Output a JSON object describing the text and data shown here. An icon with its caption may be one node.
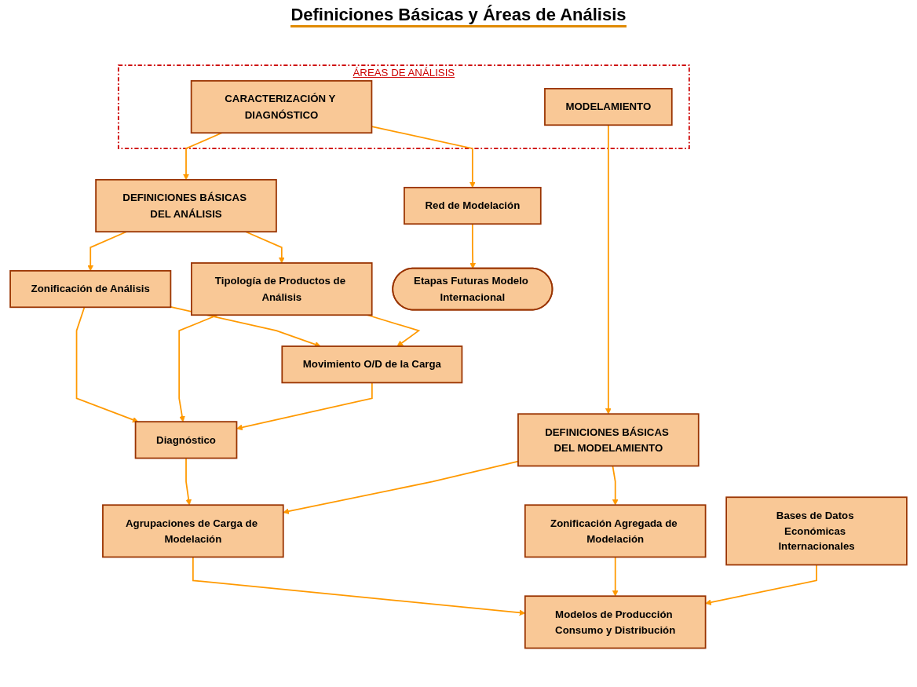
{
  "diagram": {
    "title": "Definiciones Básicas y Áreas de Análisis",
    "nodes": [
      {
        "text": [
          "ÁREAS DE ANÁLISIS"
        ]
      },
      {
        "text": [
          "CARACTERIZACIÓN Y DIAGNÓSTICO"
        ],
        "in": 0
      },
      {
        "text": [
          "MODELAMIENTO"
        ],
        "in": 0
      },
      {
        "text": [
          "DEFINICIONES BÁSICAS DEL ANÁLISIS"
        ]
      },
      {
        "text": [
          "DEFINICIONES BÁSICAS DEL MODELAMIENTO"
        ]
      },
      {
        "text": [
          "Red de Modelación"
        ]
      },
      {
        "text": [
          "Zonificación de Análisis"
        ]
      },
      {
        "text": [
          "Tipología de Productos de Análisis"
        ]
      },
      {
        "text": [
          "Agrupaciones de Carga de Modelación"
        ]
      },
      {
        "text": [
          "Zonificación Agregada de Modelación"
        ]
      },
      {
        "text": [
          "Movimiento O/D de la Carga"
        ]
      },
      {
        "text": [
          "Diagnóstico"
        ]
      },
      {
        "text": [
          "Modelos de Producción Consumo y Distribución"
        ]
      },
      {
        "text": [
          "Bases de Datos Económicas Internacionales"
        ]
      },
      {
        "text": [
          "Etapas Futuras Modelo Internacional"
        ]
      }
    ],
    "edges": [
      {
        "from": 1,
        "to": 3,
        "arrow": "to"
      },
      {
        "from": 1,
        "to": 5,
        "arrow": "to"
      },
      {
        "from": 2,
        "to": 4,
        "arrow": "to"
      },
      {
        "from": 3,
        "to": 6,
        "arrow": "to"
      },
      {
        "from": 3,
        "to": 7,
        "arrow": "to"
      },
      {
        "from": 6,
        "to": 10,
        "arrow": "to"
      },
      {
        "from": 6,
        "to": 11,
        "arrow": "to"
      },
      {
        "from": 7,
        "to": 10,
        "arrow": "to"
      },
      {
        "from": 7,
        "to": 11,
        "arrow": "to"
      },
      {
        "from": 10,
        "to": 11,
        "arrow": "to"
      },
      {
        "from": 11,
        "to": 8,
        "arrow": "to"
      },
      {
        "from": 4,
        "to": 8,
        "arrow": "to"
      },
      {
        "from": 4,
        "to": 9,
        "arrow": "to"
      },
      {
        "from": 8,
        "to": 12,
        "arrow": "to"
      },
      {
        "from": 9,
        "to": 12,
        "arrow": "to"
      },
      {
        "from": 13,
        "to": 12,
        "arrow": "to"
      },
      {
        "from": 5,
        "to": 14,
        "arrow": "to"
      }
    ]
  }
}
